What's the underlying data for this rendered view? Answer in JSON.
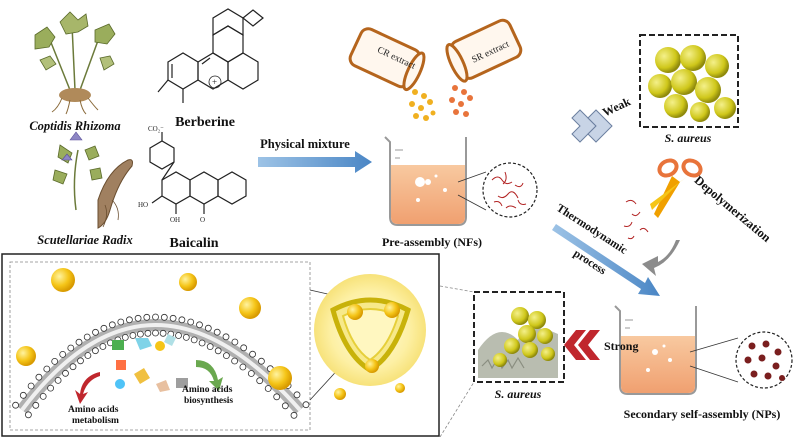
{
  "labels": {
    "coptidis": "Coptidis Rhizoma",
    "berberine": "Berberine",
    "scutellariae": "Scutellariae Radix",
    "baicalin": "Baicalin",
    "physical_mixture": "Physical mixture",
    "cr_extract": "CR extract",
    "sr_extract": "SR extract",
    "pre_assembly": "Pre-assembly (NFs)",
    "weak": "Weak",
    "s_aureus_top": "S. aureus",
    "depolymerization": "Depolymerization",
    "thermodynamic": "Thermodynamic",
    "process": "process",
    "strong": "Strong",
    "s_aureus_bottom": "S. aureus",
    "secondary": "Secondary self-assembly (NPs)",
    "amino_metabolism_1": "Amino acids",
    "amino_metabolism_2": "metabolism",
    "amino_biosynthesis_1": "Amino acids",
    "amino_biosynthesis_2": "biosynthesis"
  },
  "structure_labels": {
    "baicalin_ho": "HO",
    "baicalin_oh": "OH",
    "baicalin_o": "O",
    "baicalin_co2": "CO₂⁻",
    "berberine_plus": "+"
  },
  "colors": {
    "arrow_blue": "#5b9bd5",
    "bacteria_yellow": "#d9d21a",
    "strong_red": "#c0272d",
    "liquid_orange": "#f4b183",
    "nanoparticle_gold": "#f5c518",
    "gray_arrow": "#8c8c8c"
  }
}
